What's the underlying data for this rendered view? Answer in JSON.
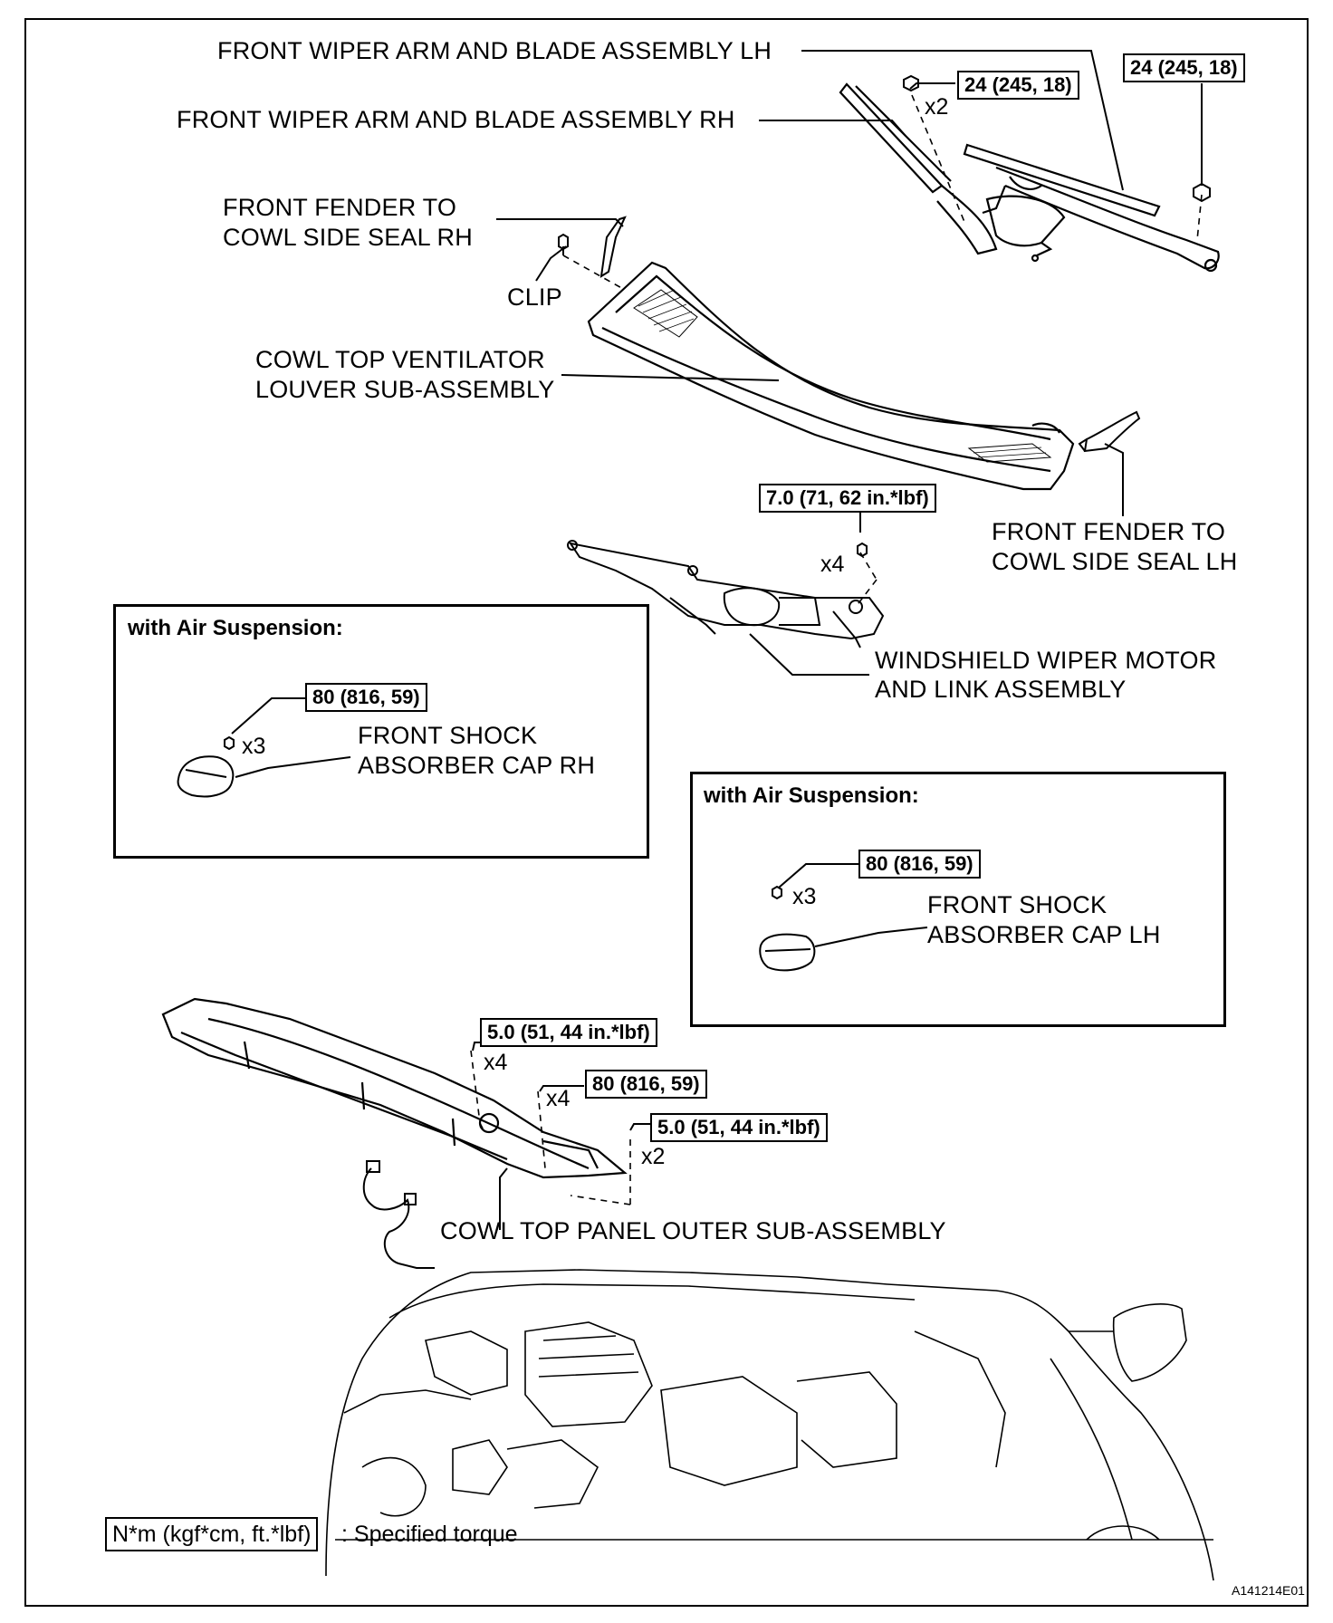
{
  "labels": {
    "wiper_arm_lh": "FRONT WIPER ARM AND BLADE ASSEMBLY LH",
    "wiper_arm_rh": "FRONT WIPER ARM AND BLADE ASSEMBLY RH",
    "fender_seal_rh_1": "FRONT FENDER TO",
    "fender_seal_rh_2": "COWL SIDE SEAL RH",
    "clip": "CLIP",
    "louver_1": "COWL TOP VENTILATOR",
    "louver_2": "LOUVER SUB-ASSEMBLY",
    "fender_seal_lh_1": "FRONT FENDER TO",
    "fender_seal_lh_2": "COWL SIDE SEAL LH",
    "wiper_motor_1": "WINDSHIELD WIPER MOTOR",
    "wiper_motor_2": "AND LINK ASSEMBLY",
    "shock_cap_rh_1": "FRONT SHOCK",
    "shock_cap_rh_2": "ABSORBER CAP RH",
    "shock_cap_lh_1": "FRONT SHOCK",
    "shock_cap_lh_2": "ABSORBER CAP LH",
    "cowl_panel": "COWL TOP PANEL OUTER SUB-ASSEMBLY"
  },
  "torques": {
    "wiper_rh": "24 (245, 18)",
    "wiper_lh": "24 (245, 18)",
    "wiper_motor": "7.0 (71, 62 in.*lbf)",
    "shock_rh": "80 (816, 59)",
    "shock_lh": "80 (816, 59)",
    "panel_bolt_a": "5.0 (51, 44 in.*lbf)",
    "panel_nut": "80 (816, 59)",
    "panel_bolt_b": "5.0 (51, 44 in.*lbf)"
  },
  "quantities": {
    "wiper_nut": "x2",
    "wiper_motor_bolt": "x4",
    "shock_rh_nut": "x3",
    "shock_lh_nut": "x3",
    "panel_bolt_a": "x4",
    "panel_nut": "x4",
    "panel_bolt_b": "x2"
  },
  "insets": {
    "rh_title": "with Air Suspension:",
    "lh_title": "with Air Suspension:"
  },
  "legend": {
    "unit": "N*m (kgf*cm, ft.*lbf)",
    "text": ": Specified torque"
  },
  "figure_code": "A141214E01"
}
